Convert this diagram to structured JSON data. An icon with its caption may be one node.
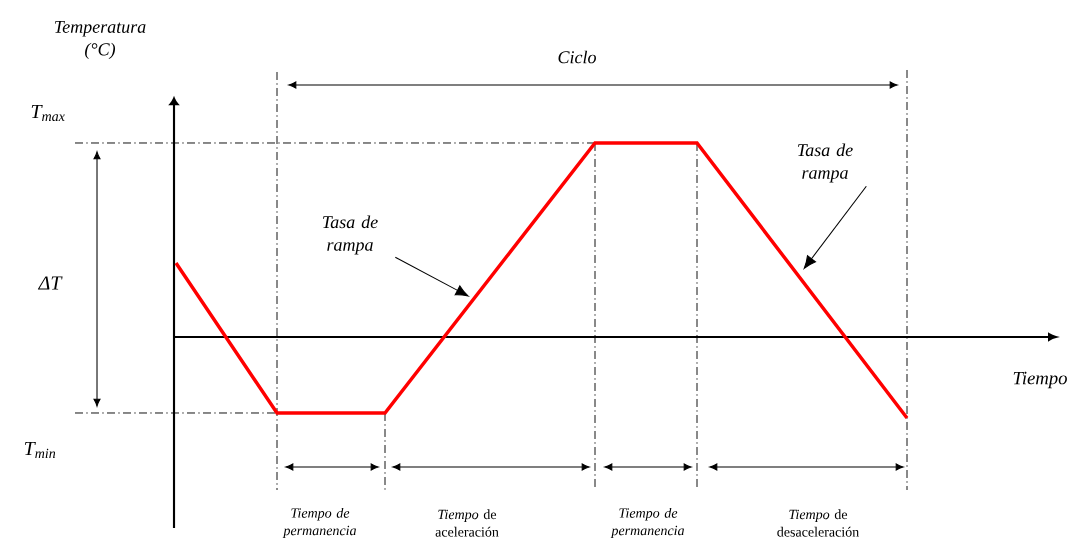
{
  "diagram": {
    "nodes": [
      {
        "text": [
          "Tasa de rampa"
        ]
      },
      {
        "text": [
          "Tasa de rampa"
        ]
      }
    ],
    "edges": [
      {
        "from": 0,
        "to": null,
        "arrow": "to"
      },
      {
        "from": 1,
        "to": null,
        "arrow": "to"
      }
    ],
    "labels": [
      "Temperatura (°C)",
      "Ciclo",
      "T$_{max}$",
      "ΔT",
      "T$_{min}$",
      "Tiempo",
      "Tiempo de permanencia",
      "*Tiempo* de aceleración",
      "Tiempo de permanencia",
      "*Tiempo* de desaceleración"
    ]
  }
}
